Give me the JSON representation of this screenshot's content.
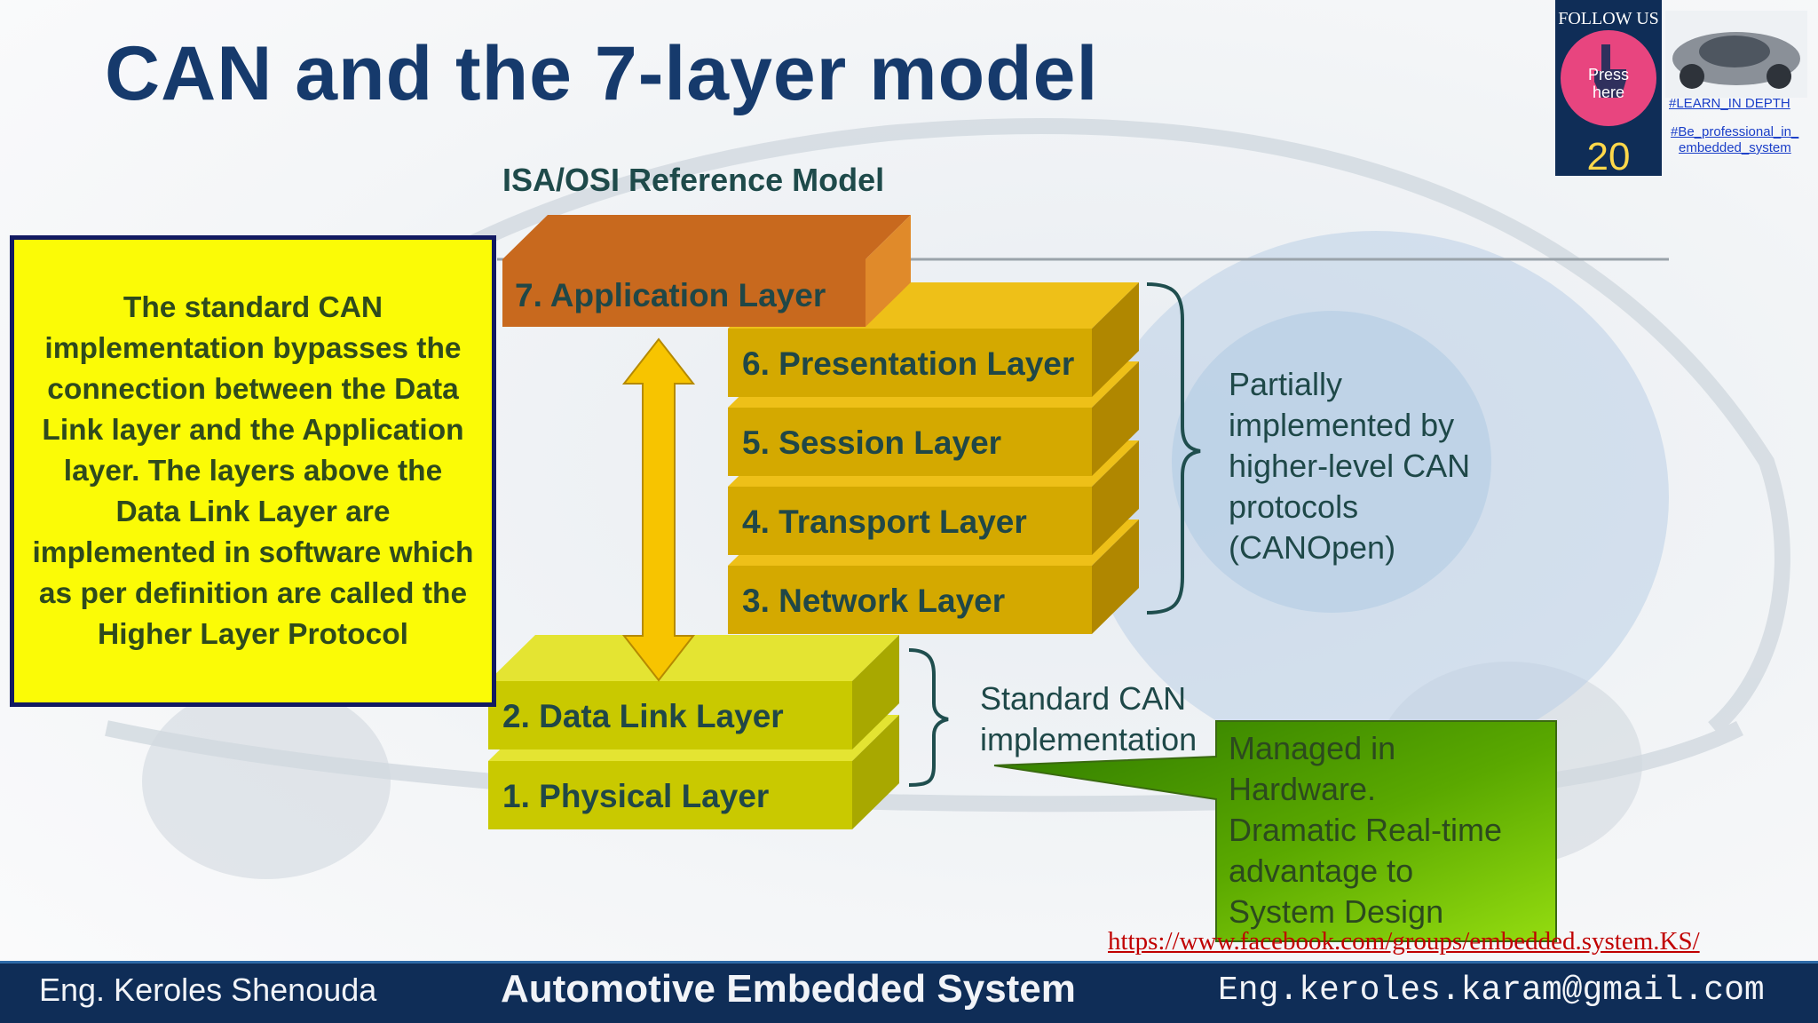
{
  "title": "CAN and the 7-layer model",
  "subtitle": "ISA/OSI Reference Model",
  "note_box": "The standard CAN implementation bypasses the connection between the Data Link layer and the Application layer. The layers above the Data Link Layer are implemented in software which as per definition are called the Higher Layer Protocol",
  "layers": [
    {
      "label": "7. Application Layer"
    },
    {
      "label": "6. Presentation Layer"
    },
    {
      "label": "5. Session Layer"
    },
    {
      "label": "4. Transport Layer"
    },
    {
      "label": "3. Network Layer"
    },
    {
      "label": "2. Data Link Layer"
    },
    {
      "label": "1. Physical Layer"
    }
  ],
  "higher_layers_note": [
    "Partially",
    "implemented by",
    "higher-level CAN",
    "protocols",
    "(CANOpen)"
  ],
  "can_note": [
    "Standard CAN",
    "implementation"
  ],
  "callout": [
    "Managed in",
    "Hardware.",
    "Dramatic Real-time",
    "advantage to",
    "System Design"
  ],
  "link": "https://www.facebook.com/groups/embedded.system.KS/",
  "footer": {
    "left": "Eng. Keroles Shenouda",
    "center": "Automotive Embedded System",
    "right": "Eng.keroles.karam@gmail.com"
  },
  "follow": {
    "label": "FOLLOW US",
    "press": "Press here",
    "number": "20",
    "tag1": "#LEARN_IN DEPTH",
    "tag2": "#Be_professional_in_",
    "tag3": "embedded_system"
  },
  "colors": {
    "title": "#163a6c",
    "application_layer": "#c8691e",
    "upper_layers": "#d4a900",
    "lower_layers": "#c9c900",
    "note_box": "#fbfb06",
    "callout": "#55a000",
    "footer": "#0f2d57"
  },
  "icons": [
    "hand-pointer-icon",
    "car-engine-thumbnail-icon"
  ]
}
